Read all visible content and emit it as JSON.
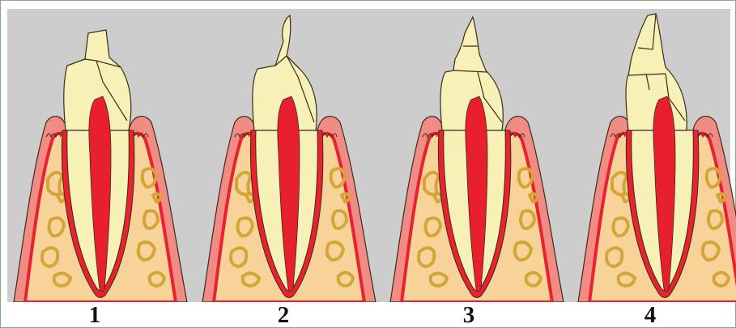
{
  "figure": {
    "labels": [
      "1",
      "2",
      "3",
      "4"
    ],
    "colors": {
      "background": "#cdcdcd",
      "bone": "#f7d39a",
      "bone_trabeculae": "#d4a637",
      "gum": "#f08c84",
      "gum_dark": "#e8222e",
      "enamel": "#f7f1b8",
      "pulp": "#e8202e",
      "outline": "#3b2a1a"
    },
    "panels": [
      {
        "id": 1,
        "fracture": "crown-oblique-upper"
      },
      {
        "id": 2,
        "fracture": "crown-oblique-lower"
      },
      {
        "id": 3,
        "fracture": "crown-multiple"
      },
      {
        "id": 4,
        "fracture": "crown-comminuted"
      }
    ]
  }
}
